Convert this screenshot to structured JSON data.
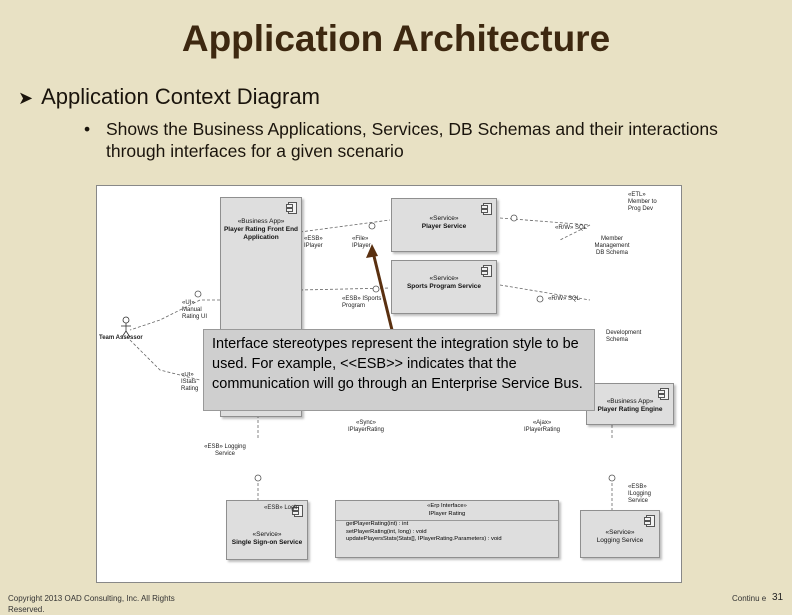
{
  "title": "Application Architecture",
  "bullet1": "Application Context Diagram",
  "bullet2": "Shows the Business Applications, Services, DB Schemas and their interactions through interfaces for a given scenario",
  "callout": "Interface stereotypes represent the integration style to be used. For example, <<ESB>> indicates that the communication will go through an Enterprise Service Bus.",
  "diagram": {
    "front_end_box": {
      "stereo": "«Business App»",
      "name": "Player Rating Front End Application"
    },
    "player_service": {
      "stereo": "«Service»",
      "name": "Player Service"
    },
    "sports_service": {
      "stereo": "«Service»",
      "name": "Sports Program Service"
    },
    "member_db": {
      "name": "Member Management DB Schema"
    },
    "etl": {
      "text": "«ETL» Member to Prog Dev"
    },
    "rw_sql": "«R/W» SQL",
    "rw_sql2": "«R/W» SQL",
    "esb_player": "«ESB» IPlayer",
    "file_player": "«File» IPlayer",
    "esb_sports": "«ESB» ISports Program",
    "ui_rating": "«UI» Manual Rating UI",
    "ui_stats": "«UI» IStats Rating",
    "team_assessor": "Team Assessor",
    "sync_rating": "«Sync» IPlayerRating",
    "ajax_rating": "«Ajax» IPlayerRating",
    "dev_schema": "Development Schema",
    "rating_engine": {
      "stereo": "«Business App»",
      "name": "Player Rating Engine"
    },
    "esb_logging": "«ESB» Logging Service",
    "esb_login": "«ESB» Login",
    "sso_service": {
      "stereo": "«Service»",
      "name": "Single Sign-on Service"
    },
    "logging_service": {
      "stereo": "«Service»",
      "name": "Logging Service"
    },
    "esb_logging_right": "«ESB» ILogging Service",
    "interface_box": {
      "stereo": "«Erp Interface»",
      "name": "IPlayer Rating",
      "ops": [
        "getPlayerRating(int) : int",
        "setPlayerRating(int, long) : void",
        "updatePlayersStats(Stats[], IPlayerRating.Parameters) : void"
      ]
    }
  },
  "footer_left": "Copyright 2013 OAD Consulting, Inc. All Rights Reserved.",
  "footer_right": "Continu e",
  "page_number": "31"
}
